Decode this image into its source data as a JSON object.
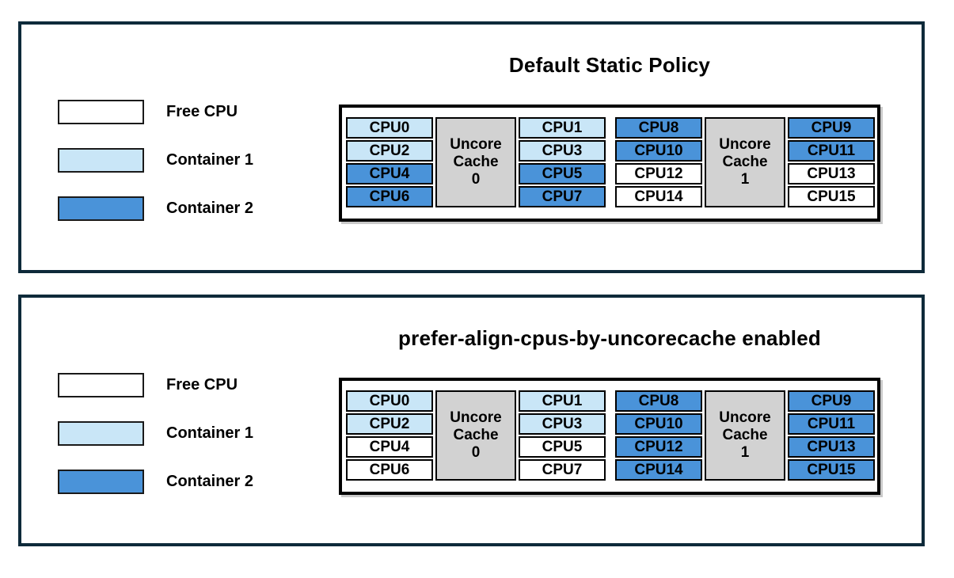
{
  "colors": {
    "free_cpu": "#ffffff",
    "container1": "#c9e6f7",
    "container2": "#4a93d9",
    "cache_fill": "#d2d2d2",
    "panel_border": "#0e2a3a",
    "cell_border": "#000000"
  },
  "legend": {
    "items": [
      {
        "key": "free-cpu",
        "label": "Free CPU",
        "color_key": "free_cpu"
      },
      {
        "key": "container-1",
        "label": "Container 1",
        "color_key": "container1"
      },
      {
        "key": "container-2",
        "label": "Container 2",
        "color_key": "container2"
      }
    ]
  },
  "panels": [
    {
      "title": "Default Static Policy",
      "groups": [
        {
          "cache_label_lines": [
            "Uncore",
            "Cache",
            "0"
          ],
          "left_cpus": [
            {
              "label": "CPU0",
              "state": "container1"
            },
            {
              "label": "CPU2",
              "state": "container1"
            },
            {
              "label": "CPU4",
              "state": "container2"
            },
            {
              "label": "CPU6",
              "state": "container2"
            }
          ],
          "right_cpus": [
            {
              "label": "CPU1",
              "state": "container1"
            },
            {
              "label": "CPU3",
              "state": "container1"
            },
            {
              "label": "CPU5",
              "state": "container2"
            },
            {
              "label": "CPU7",
              "state": "container2"
            }
          ]
        },
        {
          "cache_label_lines": [
            "Uncore",
            "Cache",
            "1"
          ],
          "left_cpus": [
            {
              "label": "CPU8",
              "state": "container2"
            },
            {
              "label": "CPU10",
              "state": "container2"
            },
            {
              "label": "CPU12",
              "state": "free_cpu"
            },
            {
              "label": "CPU14",
              "state": "free_cpu"
            }
          ],
          "right_cpus": [
            {
              "label": "CPU9",
              "state": "container2"
            },
            {
              "label": "CPU11",
              "state": "container2"
            },
            {
              "label": "CPU13",
              "state": "free_cpu"
            },
            {
              "label": "CPU15",
              "state": "free_cpu"
            }
          ]
        }
      ]
    },
    {
      "title": "prefer-align-cpus-by-uncorecache enabled",
      "groups": [
        {
          "cache_label_lines": [
            "Uncore",
            "Cache",
            "0"
          ],
          "left_cpus": [
            {
              "label": "CPU0",
              "state": "container1"
            },
            {
              "label": "CPU2",
              "state": "container1"
            },
            {
              "label": "CPU4",
              "state": "free_cpu"
            },
            {
              "label": "CPU6",
              "state": "free_cpu"
            }
          ],
          "right_cpus": [
            {
              "label": "CPU1",
              "state": "container1"
            },
            {
              "label": "CPU3",
              "state": "container1"
            },
            {
              "label": "CPU5",
              "state": "free_cpu"
            },
            {
              "label": "CPU7",
              "state": "free_cpu"
            }
          ]
        },
        {
          "cache_label_lines": [
            "Uncore",
            "Cache",
            "1"
          ],
          "left_cpus": [
            {
              "label": "CPU8",
              "state": "container2"
            },
            {
              "label": "CPU10",
              "state": "container2"
            },
            {
              "label": "CPU12",
              "state": "container2"
            },
            {
              "label": "CPU14",
              "state": "container2"
            }
          ],
          "right_cpus": [
            {
              "label": "CPU9",
              "state": "container2"
            },
            {
              "label": "CPU11",
              "state": "container2"
            },
            {
              "label": "CPU13",
              "state": "container2"
            },
            {
              "label": "CPU15",
              "state": "container2"
            }
          ]
        }
      ]
    }
  ]
}
